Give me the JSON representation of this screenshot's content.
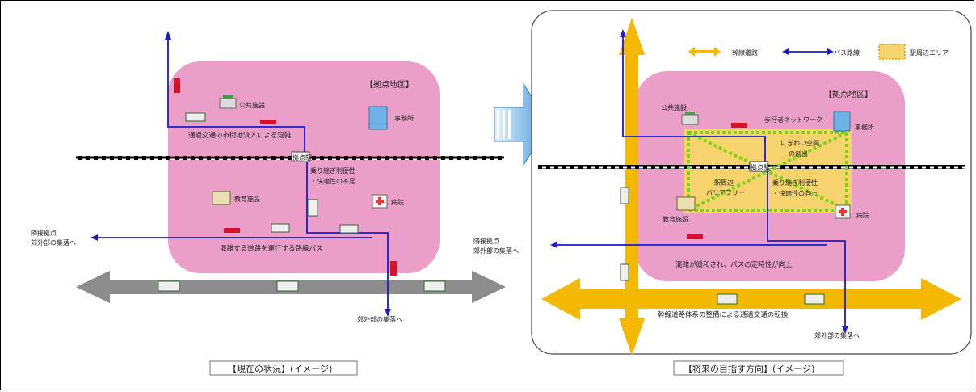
{
  "left_panel": {
    "district_label": "【拠点地区】",
    "station_label": "拠点駅",
    "facilities": {
      "public": "公共施設",
      "office": "事務所",
      "education": "教育施設",
      "hospital": "病院"
    },
    "issue_through_traffic": "通過交通の市街地流入による混雑",
    "issue_transfer": "乗り継ぎ利便性\n・快適性の不足",
    "issue_bus": "混雑する道路を運行する路線バス",
    "dest_left": "隣接拠点\n郊外部の集落へ",
    "dest_bottom": "郊外部の集落へ",
    "caption": "【現在の状況】(イメージ)"
  },
  "right_panel": {
    "district_label": "【拠点地区】",
    "station_label": "拠点駅",
    "legend": {
      "trunk_road": "幹線道路",
      "bus_route": "バス路線",
      "station_area": "駅周辺エリア"
    },
    "facilities": {
      "public": "公共施設",
      "office": "事務所",
      "education": "教育施設",
      "hospital": "病院"
    },
    "pedestrian_network": "歩行者ネットワーク",
    "bustle": "にぎわい空間\nの創出",
    "barrier_free": "駅周辺\nバリアフリー",
    "transfer_improve": "乗り継ぎ利便性\n・快適性の向上",
    "congestion_relief": "混雑が緩和され、バスの定時性が向上",
    "bypass_traffic": "幹線道路体系の整備による通過交通の転換",
    "dest_left": "隣接拠点\n郊外部の集落へ",
    "dest_bottom": "郊外部の集落へ",
    "caption": "【将来の目指す方向】(イメージ)"
  },
  "colors": {
    "district_pink": "#ea9ec8",
    "bus_blue": "#1a1ad0",
    "trunk_yellow": "#f5b800",
    "area_yellow": "#f7d36e",
    "network_green": "#7fd21a",
    "gray_road": "#8c8c8c",
    "arrow_blue": "#5aa8e0"
  }
}
